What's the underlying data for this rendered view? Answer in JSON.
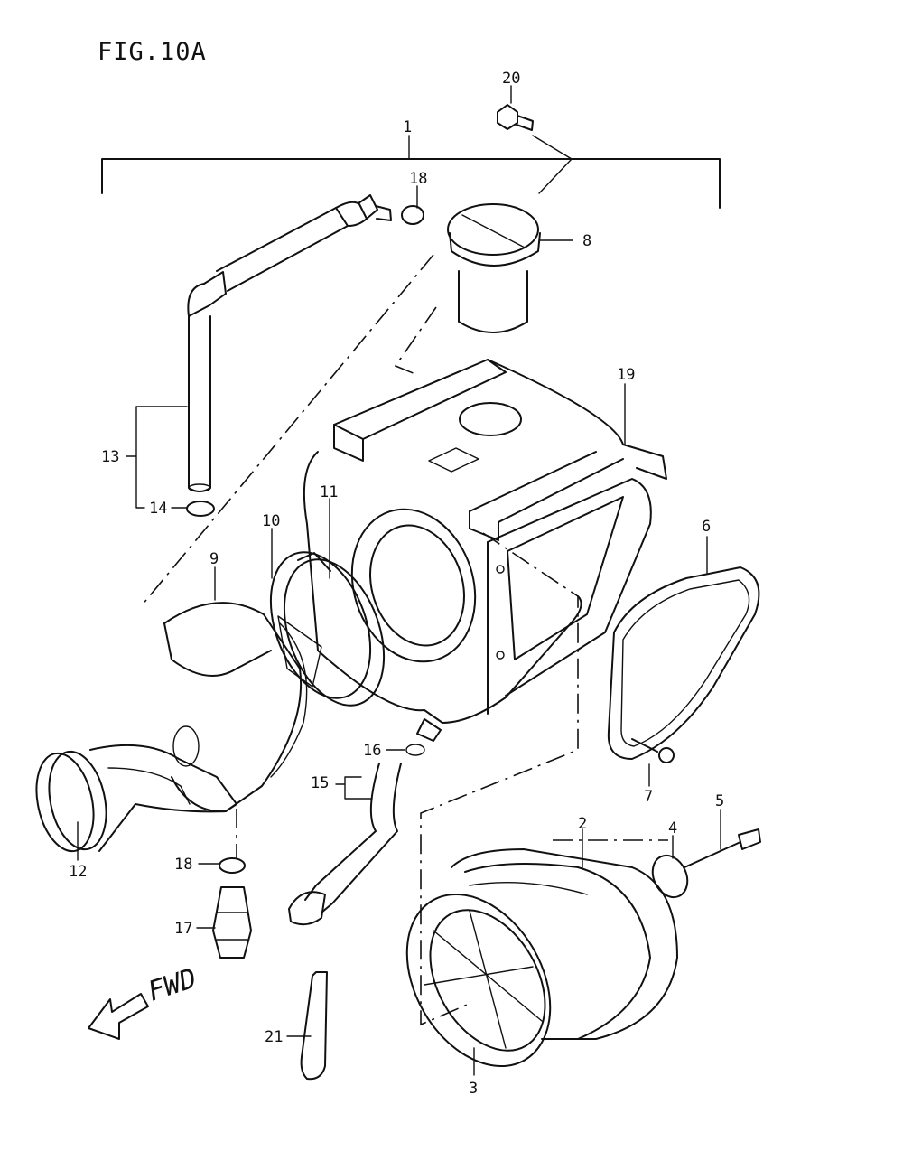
{
  "figure": {
    "title": "FIG.10A",
    "direction_label": "FWD"
  },
  "callouts": [
    "1",
    "2",
    "3",
    "4",
    "5",
    "6",
    "7",
    "8",
    "9",
    "10",
    "11",
    "12",
    "13",
    "14",
    "15",
    "16",
    "17",
    "18",
    "18",
    "19",
    "20",
    "21"
  ],
  "colors": {
    "ink": "#111111",
    "paper": "#ffffff"
  }
}
